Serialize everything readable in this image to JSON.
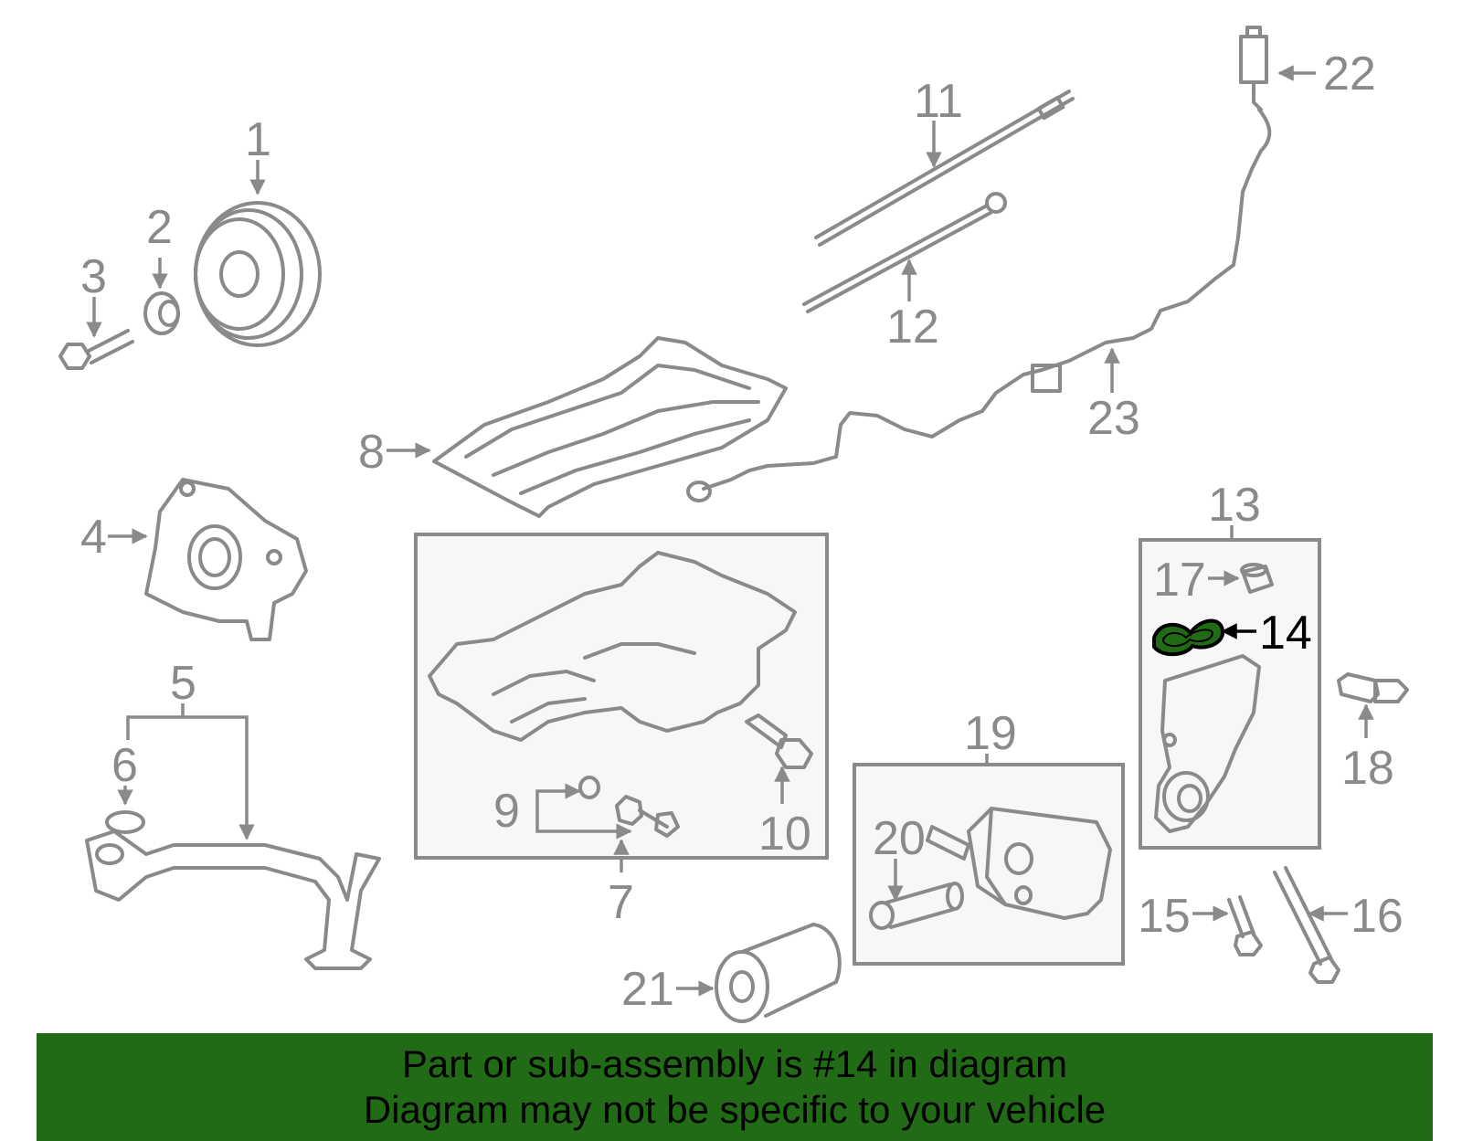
{
  "labels": {
    "p1": "1",
    "p2": "2",
    "p3": "3",
    "p4": "4",
    "p5": "5",
    "p6": "6",
    "p7": "7",
    "p8": "8",
    "p9": "9",
    "p10": "10",
    "p11": "11",
    "p12": "12",
    "p13": "13",
    "p14": "14",
    "p15": "15",
    "p16": "16",
    "p17": "17",
    "p18": "18",
    "p19": "19",
    "p20": "20",
    "p21": "21",
    "p22": "22",
    "p23": "23"
  },
  "highlight": {
    "part_number": "14",
    "color": "#226b16"
  },
  "banner": {
    "line1": "Part or sub-assembly is #14 in diagram",
    "line2": "Diagram may not be specific to your vehicle",
    "background": "#226b16"
  }
}
